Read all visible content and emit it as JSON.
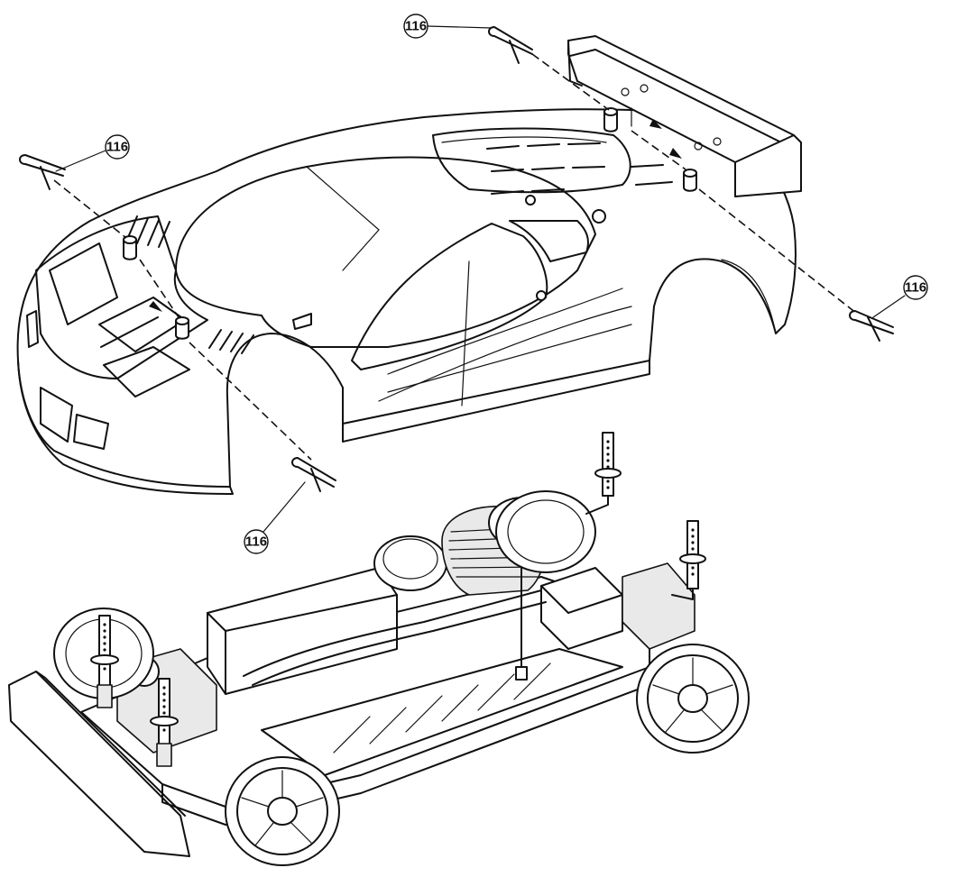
{
  "diagram": {
    "part_callouts": [
      {
        "id": "callout-top-right-wing",
        "label": "116"
      },
      {
        "id": "callout-top-left",
        "label": "116"
      },
      {
        "id": "callout-right",
        "label": "116"
      },
      {
        "id": "callout-bottom-left",
        "label": "116"
      }
    ]
  }
}
